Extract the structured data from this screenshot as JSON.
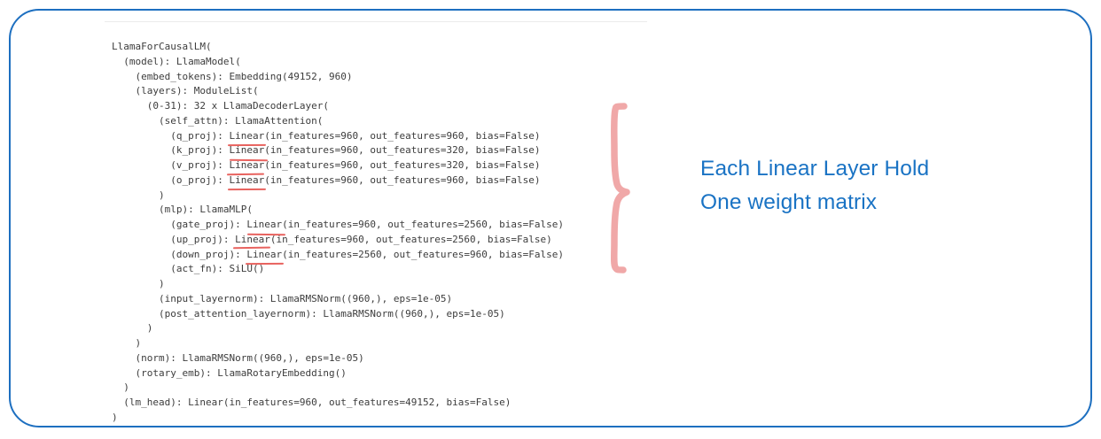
{
  "frame": {
    "border_color": "#1d6fc0",
    "corner_radius": "34px"
  },
  "code": {
    "language": "python-repr",
    "text_color": "#3c3c3c",
    "underline_color": "#e8635f",
    "lines": [
      {
        "indent": 0,
        "text": "LlamaForCausalLM("
      },
      {
        "indent": 1,
        "text": "(model): LlamaModel("
      },
      {
        "indent": 2,
        "text": "(embed_tokens): Embedding(49152, 960)"
      },
      {
        "indent": 2,
        "text": "(layers): ModuleList("
      },
      {
        "indent": 3,
        "text": "(0-31): 32 x LlamaDecoderLayer("
      },
      {
        "indent": 4,
        "text": "(self_attn): LlamaAttention("
      },
      {
        "indent": 5,
        "pre": "(q_proj): ",
        "kw": "Linear",
        "post": "(in_features=960, out_features=960, bias=False)",
        "underline": true
      },
      {
        "indent": 5,
        "pre": "(k_proj): ",
        "kw": "Linear",
        "post": "(in_features=960, out_features=320, bias=False)",
        "underline": true
      },
      {
        "indent": 5,
        "pre": "(v_proj): ",
        "kw": "Linear",
        "post": "(in_features=960, out_features=320, bias=False)",
        "underline": true
      },
      {
        "indent": 5,
        "pre": "(o_proj): ",
        "kw": "Linear",
        "post": "(in_features=960, out_features=960, bias=False)",
        "underline": true
      },
      {
        "indent": 4,
        "text": ")"
      },
      {
        "indent": 4,
        "pre": "(mlp): ",
        "kw": "LlamaMLP",
        "post": "(",
        "underline": false
      },
      {
        "indent": 5,
        "pre": "(gate_proj): ",
        "kw": "Linear",
        "post": "(in_features=960, out_features=2560, bias=False)",
        "underline": true
      },
      {
        "indent": 5,
        "pre": "(up_proj): ",
        "kw": "Linear",
        "post": "(in_features=960, out_features=2560, bias=False)",
        "underline": true
      },
      {
        "indent": 5,
        "pre": "(down_proj): ",
        "kw": "Linear",
        "post": "(in_features=2560, out_features=960, bias=False)",
        "underline": true
      },
      {
        "indent": 5,
        "text": "(act_fn): SiLU()"
      },
      {
        "indent": 4,
        "text": ")"
      },
      {
        "indent": 4,
        "text": "(input_layernorm): LlamaRMSNorm((960,), eps=1e-05)"
      },
      {
        "indent": 4,
        "text": "(post_attention_layernorm): LlamaRMSNorm((960,), eps=1e-05)"
      },
      {
        "indent": 3,
        "text": ")"
      },
      {
        "indent": 2,
        "text": ")"
      },
      {
        "indent": 2,
        "text": "(norm): LlamaRMSNorm((960,), eps=1e-05)"
      },
      {
        "indent": 2,
        "text": "(rotary_emb): LlamaRotaryEmbedding()"
      },
      {
        "indent": 1,
        "text": ")"
      },
      {
        "indent": 1,
        "text": "(lm_head): Linear(in_features=960, out_features=49152, bias=False)"
      },
      {
        "indent": 0,
        "text": ")"
      }
    ]
  },
  "annotation": {
    "color": "#1a73c4",
    "lines": [
      "Each Linear Layer Hold",
      "One weight matrix"
    ],
    "line1": "Each Linear Layer Hold",
    "line2": "One weight matrix"
  },
  "brace": {
    "color": "#f0a8a8",
    "shape": "curly-brace-right",
    "spans_lines": "q_proj through down_proj"
  }
}
